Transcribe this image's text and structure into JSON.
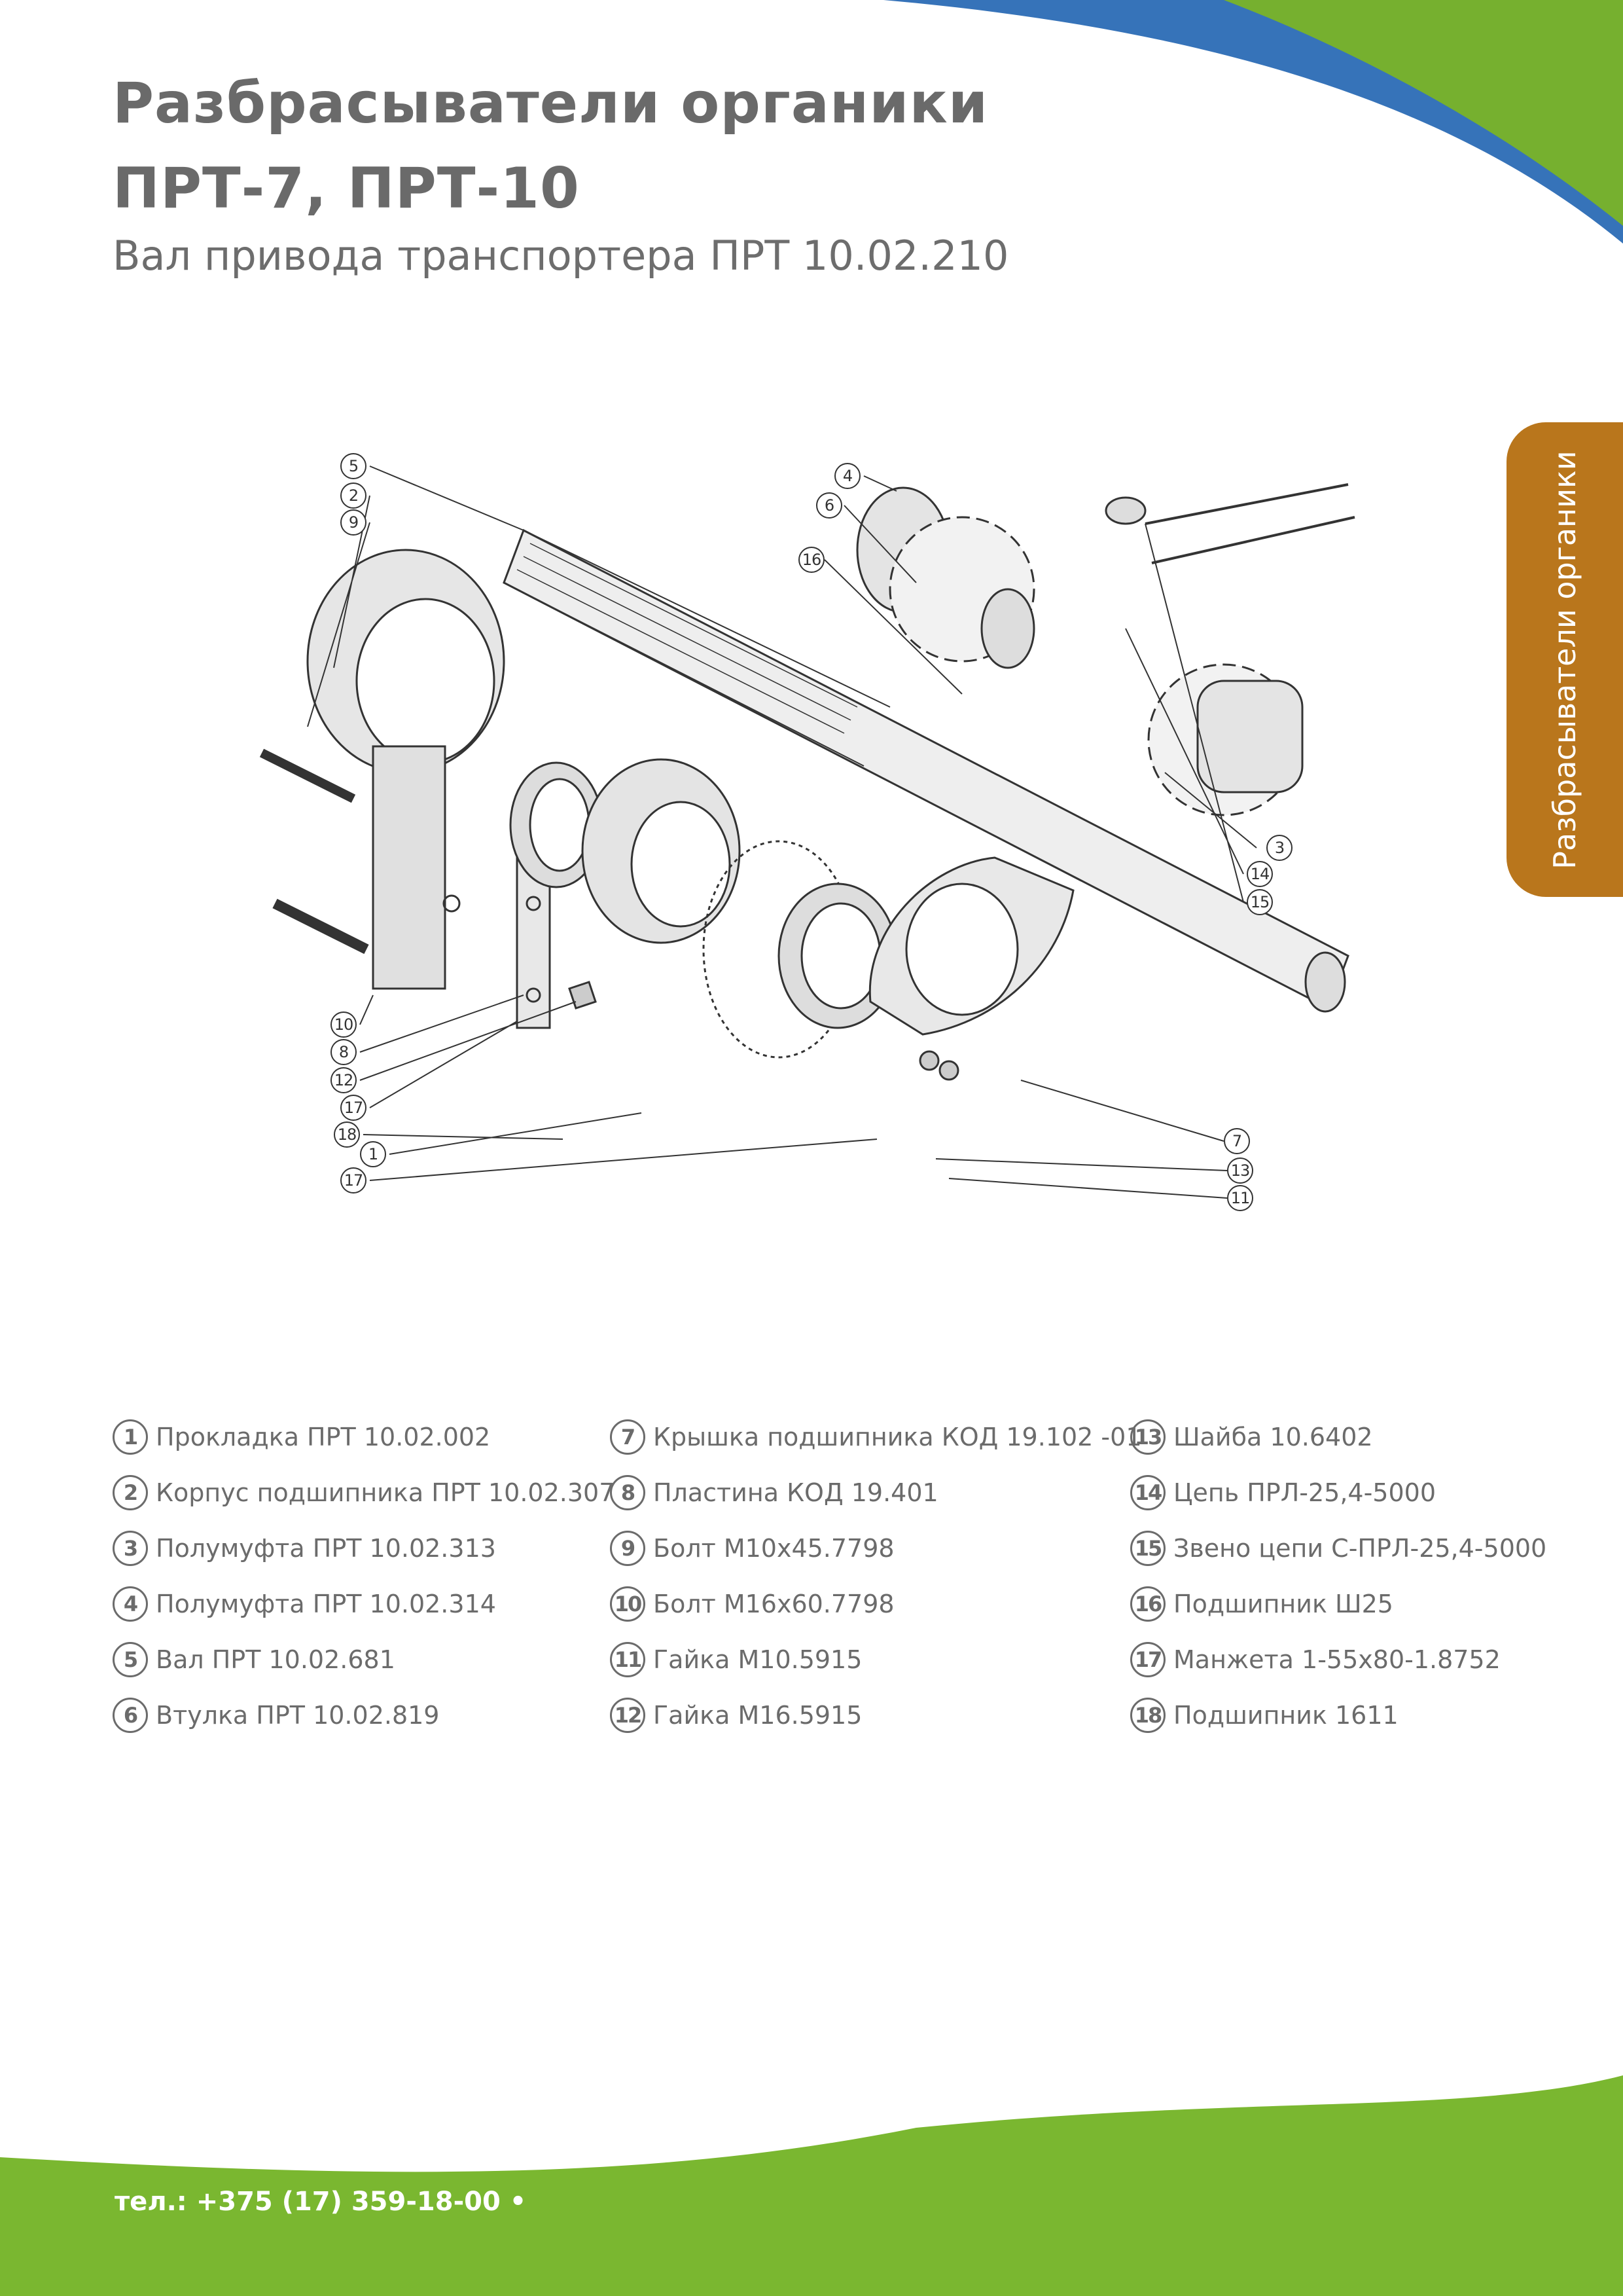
{
  "header": {
    "title_line1": "Разбрасыватели органики",
    "title_line2": "ПРТ-7, ПРТ-10",
    "subtitle": "Вал привода транспортера ПРТ 10.02.210"
  },
  "side_tab": {
    "label": "Разбрасыватели органики"
  },
  "colors": {
    "blue": "#3673b9",
    "green": "#7ab730",
    "orange": "#b9761c",
    "text": "#6b6b6b"
  },
  "diagram": {
    "callouts": [
      "5",
      "2",
      "9",
      "4",
      "6",
      "16",
      "3",
      "14",
      "15",
      "10",
      "8",
      "12",
      "17",
      "18",
      "1",
      "17",
      "7",
      "13",
      "11"
    ]
  },
  "parts": [
    {
      "num": "1",
      "name": "Прокладка ПРТ 10.02.002"
    },
    {
      "num": "2",
      "name": "Корпус подшипника ПРТ 10.02.307"
    },
    {
      "num": "3",
      "name": "Полумуфта ПРТ 10.02.313"
    },
    {
      "num": "4",
      "name": "Полумуфта ПРТ 10.02.314"
    },
    {
      "num": "5",
      "name": "Вал ПРТ 10.02.681"
    },
    {
      "num": "6",
      "name": "Втулка ПРТ 10.02.819"
    },
    {
      "num": "7",
      "name": "Крышка подшипника КОД 19.102 -01"
    },
    {
      "num": "8",
      "name": "Пластина КОД 19.401"
    },
    {
      "num": "9",
      "name": "Болт М10x45.7798"
    },
    {
      "num": "10",
      "name": "Болт М16x60.7798"
    },
    {
      "num": "11",
      "name": "Гайка М10.5915"
    },
    {
      "num": "12",
      "name": "Гайка М16.5915"
    },
    {
      "num": "13",
      "name": "Шайба 10.6402"
    },
    {
      "num": "14",
      "name": "Цепь ПРЛ-25,4-5000"
    },
    {
      "num": "15",
      "name": "Звено цепи С-ПРЛ-25,4-5000"
    },
    {
      "num": "16",
      "name": "Подшипник Ш25"
    },
    {
      "num": "17",
      "name": "Манжета 1-55x80-1.8752"
    },
    {
      "num": "18",
      "name": "Подшипник 1611"
    }
  ],
  "footer": {
    "phone": "тел.: +375 (17) 359-18-00  •"
  }
}
